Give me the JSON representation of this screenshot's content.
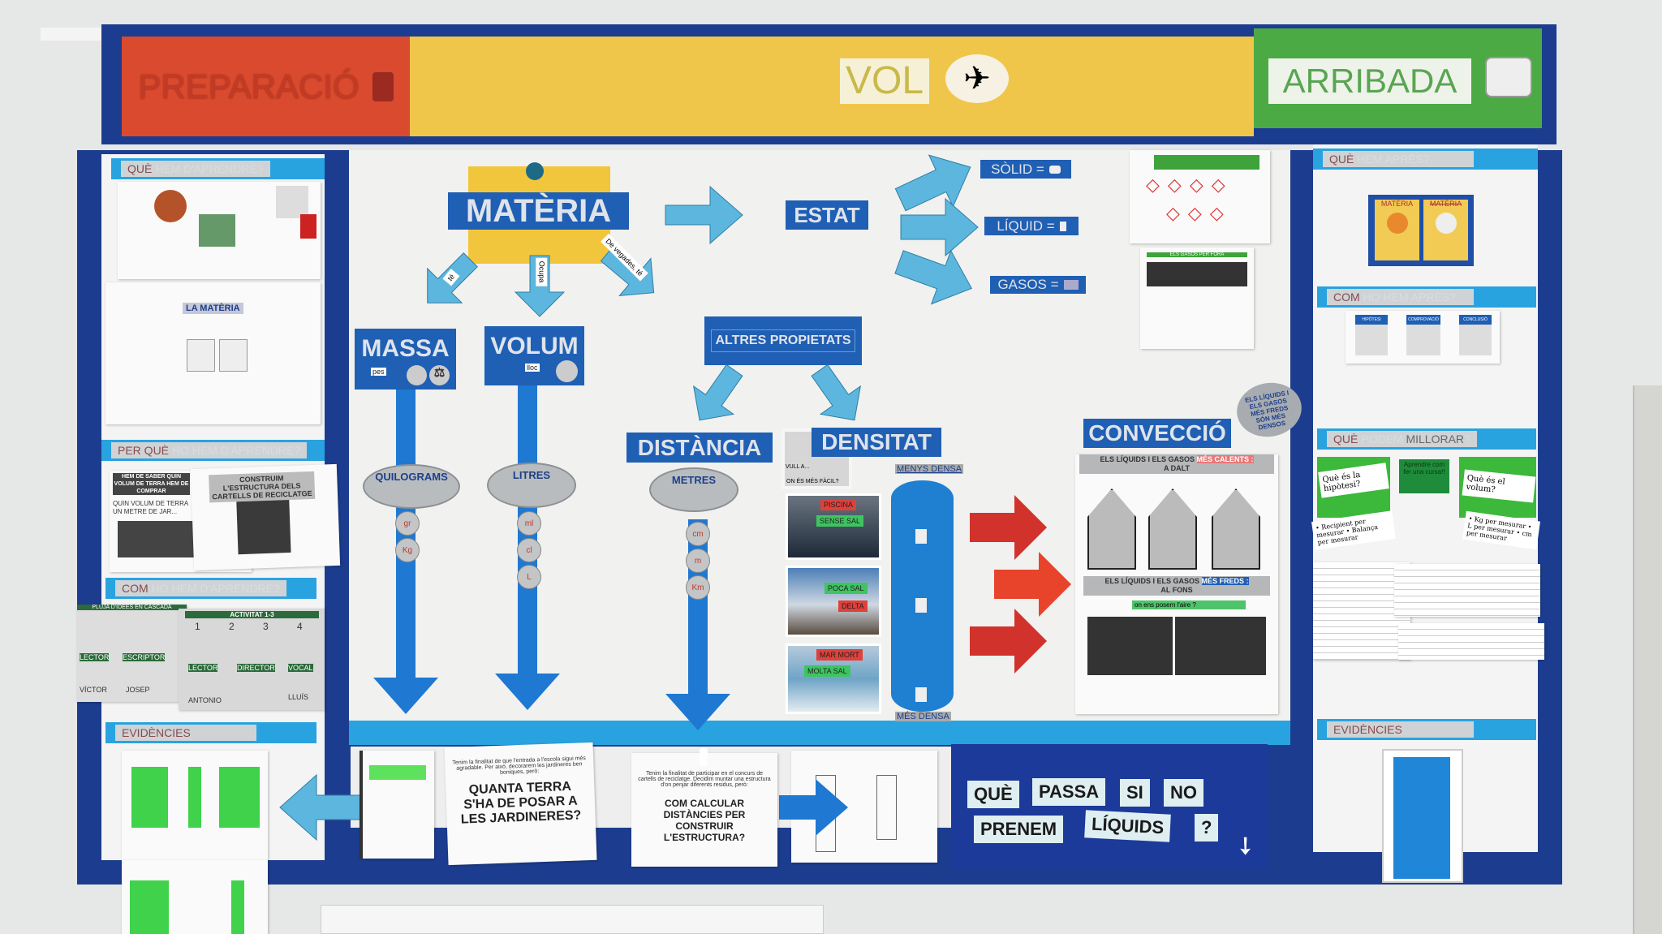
{
  "banner": {
    "prep": "PREPARACIÓ",
    "vol": "VOL",
    "arrival": "ARRIBADA",
    "colors": {
      "red": "#d94a2e",
      "yellow": "#f0c64a",
      "green": "#4caa45",
      "navy": "#1c3d8f"
    }
  },
  "left": {
    "h1": {
      "strong": "QUÈ",
      "faded": "HEM D'APRENDRE?"
    },
    "materia_label": "LA MATÈRIA",
    "h2": {
      "strong": "PER QUÈ",
      "faded": "HO HEM D'APRENDRE?"
    },
    "paper_volum": "HEM DE SABER QUIN VOLUM DE TERRA HEM DE COMPRAR",
    "paper_volum_sub": "QUIN VOLUM DE TERRA UN METRE DE JAR...",
    "paper_estructura": "CONSTRUIM L'ESTRUCTURA DELS CARTELLS DE RECICLATGE",
    "h3": {
      "strong": "COM",
      "faded": "HO HEM D'APRENDRE?"
    },
    "activity1_title": "PLUJA D'IDEES EN CASCADA",
    "activity2_title": "ACTIVITAT 1-3",
    "steps": [
      "1",
      "2",
      "3",
      "4"
    ],
    "roles": [
      {
        "role": "LECTOR",
        "name": "VÍCTOR"
      },
      {
        "role": "ESCRIPTOR",
        "name": "JOSEP"
      },
      {
        "role": "LECTOR",
        "name": "ANTONIO"
      },
      {
        "role": "DIRECTOR",
        "name": ""
      },
      {
        "role": "VOCAL",
        "name": "LLUÍS"
      }
    ],
    "h4": {
      "strong": "EVIDÈNCIES"
    }
  },
  "center": {
    "materia": "MATÈRIA",
    "estat": "ESTAT",
    "arrow_te": "té",
    "arrow_ocupa": "Ocupa",
    "arrow_devegades": "De vegades, té",
    "massa": "MASSA",
    "massa_sub": "pes",
    "volum": "VOLUM",
    "volum_sub": "lloc",
    "altres": "ALTRES PROPIETATS",
    "distancia": "DISTÀNCIA",
    "densitat": "DENSITAT",
    "quilograms": "QUILOGRAMS",
    "litres": "LITRES",
    "metres": "METRES",
    "units_massa": [
      "gr",
      "Kg"
    ],
    "units_volum": [
      "ml",
      "cl",
      "L"
    ],
    "units_dist": [
      "cm",
      "m",
      "Km"
    ],
    "solid": "SÒLID =",
    "liquid": "LÍQUID =",
    "gasos": "GASOS =",
    "vull": "VULL A...",
    "facil": "ON ÉS MÉS FÀCIL?",
    "photos": [
      {
        "a": "PISCINA",
        "b": "SENSE SAL"
      },
      {
        "a": "POCA SAL",
        "b": "DELTA"
      },
      {
        "a": "MAR MORT",
        "b": "MOLTA SAL"
      }
    ],
    "menys": "MENYS DENSA",
    "mes": "MÉS DENSA",
    "bubble": "ELS LÍQUIDS I ELS GASOS MÉS FREDS SÓN MÉS DENSOS",
    "conveccio": "CONVECCIÓ",
    "hot_a": "ELS LÍQUIDS I ELS GASOS",
    "hot_b": "MÉS CALENTS :",
    "hot_c": "A DALT",
    "cold_a": "ELS LÍQUIDS I ELS GASOS",
    "cold_b": "MÉS FREDS :",
    "cold_c": "AL FONS",
    "aire": "on ens posem l'aire ?",
    "gases_title": "ELS GASOS PER FORA"
  },
  "bottom": {
    "p1_intro": "Tenim la finalitat de que l'entrada a l'escola sigui més agradable. Per això, decorarem les jardineres ben boniques, però:",
    "p1_q": "QUANTA TERRA S'HA DE POSAR A LES JARDINERES?",
    "p2_intro": "Tenim la finalitat de participar en el concurs de cartells de reciclatge. Decidim muntar una estructura d'on penjar diferents residus, però:",
    "p2_q": "COM CALCULAR DISTÀNCIES PER CONSTRUIR L'ESTRUCTURA?",
    "words": [
      "QUÈ",
      "PASSA",
      "SI",
      "NO",
      "PRENEM",
      "LÍQUIDS",
      "?"
    ]
  },
  "right": {
    "h1": {
      "strong": "QUÈ",
      "faded": "HEM APRÈS?"
    },
    "materia": "MATÈRIA",
    "h2": {
      "strong": "COM",
      "faded": "HO HEM APRÈS?"
    },
    "steps": [
      "HIPÒTESI",
      "COMPROVACIÓ",
      "CONCLUSIÓ"
    ],
    "h3": {
      "faded1": "QUÈ",
      "faded": "PODEM",
      "strong": "MILLORAR",
      "q": "?"
    },
    "notes": [
      "Què és la hipòtesi?",
      "Aprendre com fer una cursa!!",
      "Què és el volum?",
      "• Recipient per mesurar • Balança per mesurar",
      "• Kg per mesurar • L per mesurar • cm per mesurar"
    ],
    "h4": {
      "strong": "EVIDÈNCIES"
    }
  }
}
